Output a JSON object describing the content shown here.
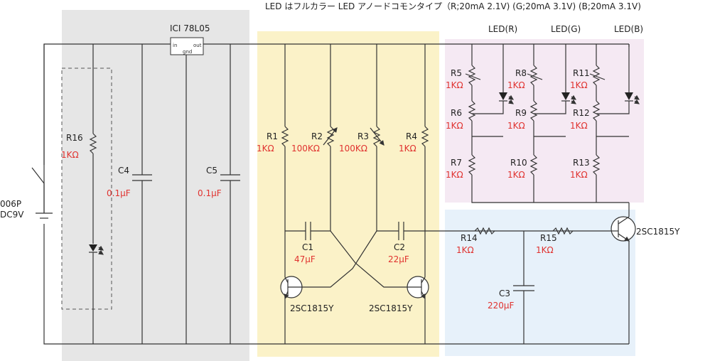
{
  "colors": {
    "gray_block": "#e6e6e6",
    "yellow_block": "#fbf2c8",
    "pink_block": "#f5e9f3",
    "blue_block": "#e7f1fa",
    "value_red": "#e0322f",
    "wire": "#333333"
  },
  "title_note": "LED はフルカラー LED アノードコモンタイプ（R;20mA 2.1V) (G;20mA 3.1V) (B;20mA 3.1V)",
  "battery": {
    "name": "006P",
    "voltage": "DC9V"
  },
  "regulator": {
    "name": "ICI 78L05",
    "pin_in": "in",
    "pin_out": "out",
    "pin_gnd": "gnd"
  },
  "resistors": [
    {
      "id": "r16",
      "name": "R16",
      "value": "1KΩ"
    },
    {
      "id": "r1",
      "name": "R1",
      "value": "1KΩ"
    },
    {
      "id": "r2",
      "name": "R2",
      "value": "100KΩ"
    },
    {
      "id": "r3",
      "name": "R3",
      "value": "100KΩ"
    },
    {
      "id": "r4",
      "name": "R4",
      "value": "1KΩ"
    },
    {
      "id": "r5",
      "name": "R5",
      "value": "1KΩ"
    },
    {
      "id": "r6",
      "name": "R6",
      "value": "1KΩ"
    },
    {
      "id": "r7",
      "name": "R7",
      "value": "1KΩ"
    },
    {
      "id": "r8",
      "name": "R8",
      "value": "1KΩ"
    },
    {
      "id": "r9",
      "name": "R9",
      "value": "1KΩ"
    },
    {
      "id": "r10",
      "name": "R10",
      "value": "1KΩ"
    },
    {
      "id": "r11",
      "name": "R11",
      "value": "1KΩ"
    },
    {
      "id": "r12",
      "name": "R12",
      "value": "1KΩ"
    },
    {
      "id": "r13",
      "name": "R13",
      "value": "1KΩ"
    },
    {
      "id": "r14",
      "name": "R14",
      "value": "1KΩ"
    },
    {
      "id": "r15",
      "name": "R15",
      "value": "1KΩ"
    }
  ],
  "capacitors": [
    {
      "id": "c4",
      "name": "C4",
      "value": "0.1μF"
    },
    {
      "id": "c5",
      "name": "C5",
      "value": "0.1μF"
    },
    {
      "id": "c1",
      "name": "C1",
      "value": "47μF"
    },
    {
      "id": "c2",
      "name": "C2",
      "value": "22μF"
    },
    {
      "id": "c3",
      "name": "C3",
      "value": "220μF"
    }
  ],
  "transistors": [
    {
      "id": "q1",
      "name": "2SC1815Y"
    },
    {
      "id": "q2",
      "name": "2SC1815Y"
    },
    {
      "id": "q3",
      "name": "2SC1815Y"
    }
  ],
  "leds": [
    {
      "id": "led_r",
      "name": "LED(R)"
    },
    {
      "id": "led_g",
      "name": "LED(G)"
    },
    {
      "id": "led_b",
      "name": "LED(B)"
    }
  ]
}
